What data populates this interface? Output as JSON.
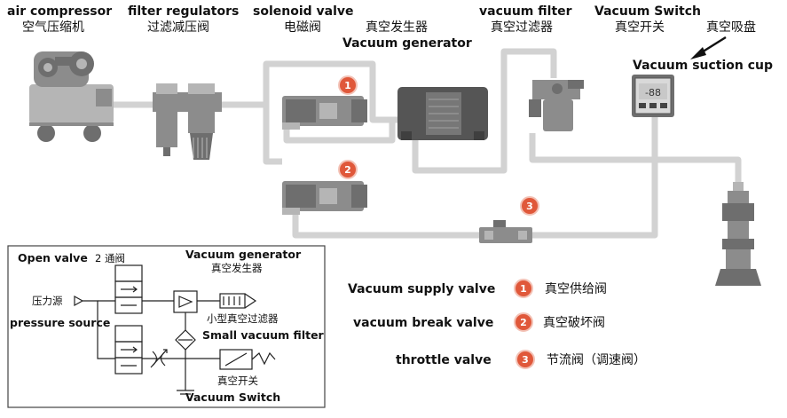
{
  "labels": {
    "air_compressor": {
      "en": "air compressor",
      "zh": "空气压缩机"
    },
    "filter_regulators": {
      "en": "filter regulators",
      "zh": "过滤减压阀"
    },
    "solenoid_valve": {
      "en": "solenoid valve",
      "zh": "电磁阀"
    },
    "vacuum_generator": {
      "en": "Vacuum generator",
      "zh": "真空发生器"
    },
    "vacuum_filter": {
      "en": "vacuum filter",
      "zh": "真空过滤器"
    },
    "vacuum_switch": {
      "en": "Vacuum Switch",
      "zh": "真空开关"
    },
    "vacuum_suction_cup": {
      "en": "Vacuum suction cup",
      "zh": "真空吸盘"
    }
  },
  "badges": [
    "1",
    "2",
    "3"
  ],
  "switch_display": "-88",
  "schematic": {
    "open_valve_en": "Open valve",
    "open_valve_zh": "2 通阀",
    "pressure_source_zh": "压力源",
    "pressure_source_en": "pressure source",
    "vacuum_generator_en": "Vacuum generator",
    "vacuum_generator_zh": "真空发生器",
    "small_filter_zh": "小型真空过滤器",
    "small_filter_en": "Small vacuum filter",
    "vacuum_switch_zh": "真空开关",
    "vacuum_switch_en": "Vacuum Switch"
  },
  "legend": [
    {
      "number": "1",
      "en": "Vacuum supply valve",
      "zh": "真空供给阀"
    },
    {
      "number": "2",
      "en": "vacuum break valve",
      "zh": "真空破坏阀"
    },
    {
      "number": "3",
      "en": "throttle valve",
      "zh": "节流阀（调速阀）"
    }
  ],
  "colors": {
    "badge": "#e0583a",
    "pipe": "#d2d2d2",
    "device": "#8c8c8c"
  }
}
